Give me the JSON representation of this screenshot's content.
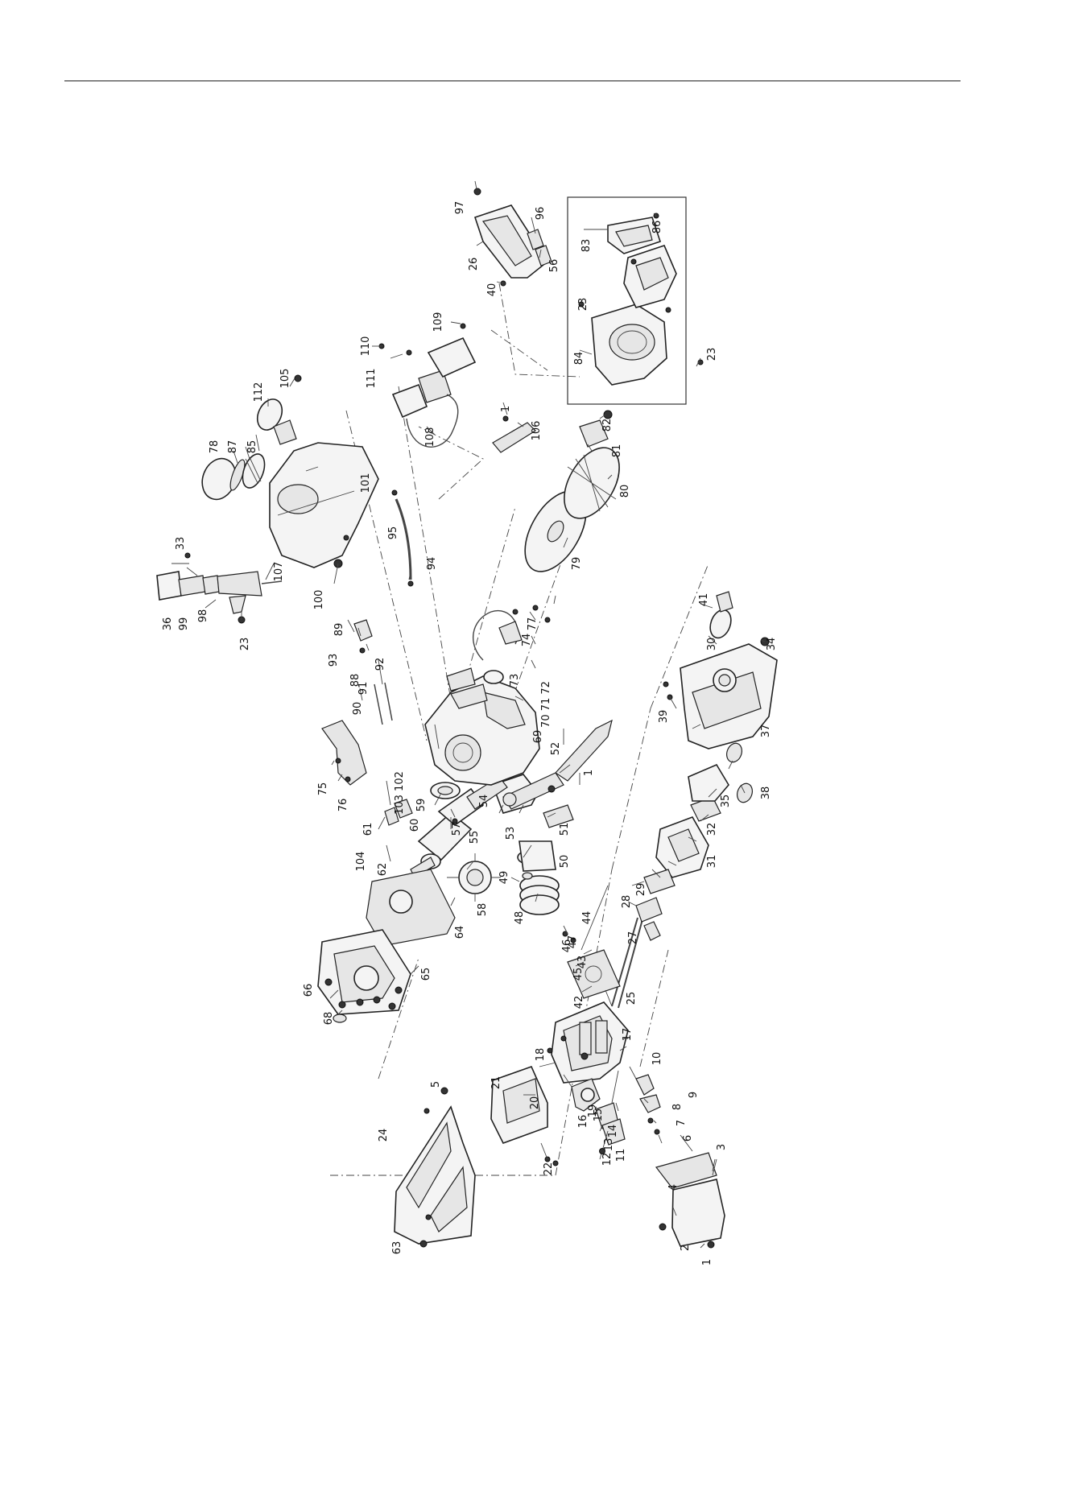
{
  "labels": [
    {
      "id": "l1a",
      "text": "1"
    },
    {
      "id": "l1b",
      "text": "1"
    },
    {
      "id": "l1c",
      "text": "1"
    },
    {
      "id": "l2",
      "text": "2"
    },
    {
      "id": "l3",
      "text": "3"
    },
    {
      "id": "l4",
      "text": "4"
    },
    {
      "id": "l5",
      "text": "5"
    },
    {
      "id": "l6",
      "text": "6"
    },
    {
      "id": "l7",
      "text": "7"
    },
    {
      "id": "l8",
      "text": "8"
    },
    {
      "id": "l9",
      "text": "9"
    },
    {
      "id": "l10",
      "text": "10"
    },
    {
      "id": "l11",
      "text": "11"
    },
    {
      "id": "l12",
      "text": "12"
    },
    {
      "id": "l13",
      "text": "13"
    },
    {
      "id": "l14",
      "text": "14"
    },
    {
      "id": "l15",
      "text": "15"
    },
    {
      "id": "l16",
      "text": "16"
    },
    {
      "id": "l17",
      "text": "17"
    },
    {
      "id": "l18",
      "text": "18"
    },
    {
      "id": "l19",
      "text": "19"
    },
    {
      "id": "l20",
      "text": "20"
    },
    {
      "id": "l21",
      "text": "21"
    },
    {
      "id": "l22",
      "text": "22"
    },
    {
      "id": "l23a",
      "text": "23"
    },
    {
      "id": "l23b",
      "text": "23"
    },
    {
      "id": "l23c",
      "text": "23"
    },
    {
      "id": "l24",
      "text": "24"
    },
    {
      "id": "l25",
      "text": "25"
    },
    {
      "id": "l26",
      "text": "26"
    },
    {
      "id": "l27",
      "text": "27"
    },
    {
      "id": "l28",
      "text": "28"
    },
    {
      "id": "l29",
      "text": "29"
    },
    {
      "id": "l30",
      "text": "30"
    },
    {
      "id": "l31",
      "text": "31"
    },
    {
      "id": "l32",
      "text": "32"
    },
    {
      "id": "l33",
      "text": "33"
    },
    {
      "id": "l34",
      "text": "34"
    },
    {
      "id": "l35",
      "text": "35"
    },
    {
      "id": "l36",
      "text": "36"
    },
    {
      "id": "l37",
      "text": "37"
    },
    {
      "id": "l38",
      "text": "38"
    },
    {
      "id": "l39",
      "text": "39"
    },
    {
      "id": "l40",
      "text": "40"
    },
    {
      "id": "l41",
      "text": "41"
    },
    {
      "id": "l42",
      "text": "42"
    },
    {
      "id": "l43",
      "text": "43"
    },
    {
      "id": "l44",
      "text": "44"
    },
    {
      "id": "l45",
      "text": "45"
    },
    {
      "id": "l46",
      "text": "46"
    },
    {
      "id": "l47",
      "text": "47"
    },
    {
      "id": "l48",
      "text": "48"
    },
    {
      "id": "l49",
      "text": "49"
    },
    {
      "id": "l50",
      "text": "50"
    },
    {
      "id": "l51",
      "text": "51"
    },
    {
      "id": "l52",
      "text": "52"
    },
    {
      "id": "l53",
      "text": "53"
    },
    {
      "id": "l54",
      "text": "54"
    },
    {
      "id": "l55",
      "text": "55"
    },
    {
      "id": "l56",
      "text": "56"
    },
    {
      "id": "l57",
      "text": "57"
    },
    {
      "id": "l58",
      "text": "58"
    },
    {
      "id": "l59",
      "text": "59"
    },
    {
      "id": "l60",
      "text": "60"
    },
    {
      "id": "l61",
      "text": "61"
    },
    {
      "id": "l62",
      "text": "62"
    },
    {
      "id": "l63",
      "text": "63"
    },
    {
      "id": "l64",
      "text": "64"
    },
    {
      "id": "l65",
      "text": "65"
    },
    {
      "id": "l66",
      "text": "66"
    },
    {
      "id": "l68",
      "text": "68"
    },
    {
      "id": "l69",
      "text": "69"
    },
    {
      "id": "l707172",
      "text": "70 71 72"
    },
    {
      "id": "l73",
      "text": "73"
    },
    {
      "id": "l74",
      "text": "74"
    },
    {
      "id": "l75",
      "text": "75"
    },
    {
      "id": "l76",
      "text": "76"
    },
    {
      "id": "l77",
      "text": "77"
    },
    {
      "id": "l78",
      "text": "78"
    },
    {
      "id": "l79",
      "text": "79"
    },
    {
      "id": "l80",
      "text": "80"
    },
    {
      "id": "l81",
      "text": "81"
    },
    {
      "id": "l82",
      "text": "82"
    },
    {
      "id": "l83",
      "text": "83"
    },
    {
      "id": "l84",
      "text": "84"
    },
    {
      "id": "l85",
      "text": "85"
    },
    {
      "id": "l86",
      "text": "86"
    },
    {
      "id": "l87",
      "text": "87"
    },
    {
      "id": "l88",
      "text": "88"
    },
    {
      "id": "l89",
      "text": "89"
    },
    {
      "id": "l90",
      "text": "90"
    },
    {
      "id": "l91",
      "text": "91"
    },
    {
      "id": "l92",
      "text": "92"
    },
    {
      "id": "l93",
      "text": "93"
    },
    {
      "id": "l94",
      "text": "94"
    },
    {
      "id": "l95",
      "text": "95"
    },
    {
      "id": "l96",
      "text": "96"
    },
    {
      "id": "l97",
      "text": "97"
    },
    {
      "id": "l98",
      "text": "98"
    },
    {
      "id": "l99",
      "text": "99"
    },
    {
      "id": "l100",
      "text": "100"
    },
    {
      "id": "l101",
      "text": "101"
    },
    {
      "id": "l103102",
      "text": "103 102"
    },
    {
      "id": "l104",
      "text": "104"
    },
    {
      "id": "l105",
      "text": "105"
    },
    {
      "id": "l106",
      "text": "106"
    },
    {
      "id": "l107",
      "text": "107"
    },
    {
      "id": "l108",
      "text": "108"
    },
    {
      "id": "l109",
      "text": "109"
    },
    {
      "id": "l110",
      "text": "110"
    },
    {
      "id": "l111",
      "text": "111"
    },
    {
      "id": "l112",
      "text": "112"
    }
  ]
}
